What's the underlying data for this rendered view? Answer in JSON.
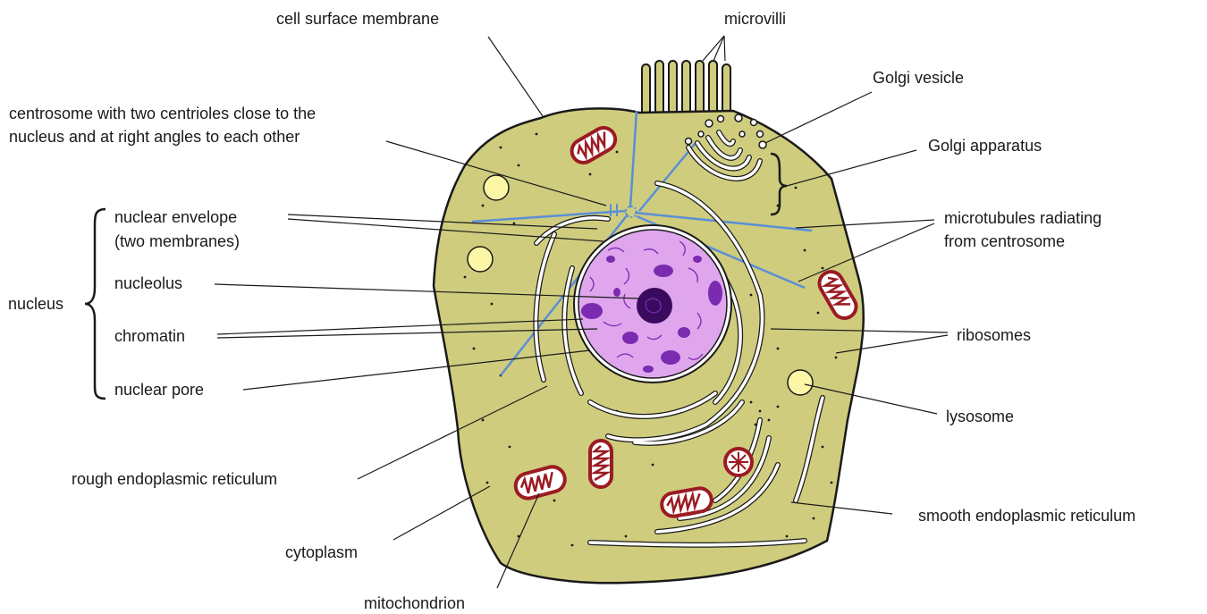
{
  "colors": {
    "cytoplasm": "#cfcc7e",
    "membrane": "#1a1a1a",
    "nucleus": "#dfa6ee",
    "nucleus_dark": "#7a2bb0",
    "nucleolus": "#3a0a5e",
    "mitochondrion": "#9b1b22",
    "microtubule": "#5b8fd6",
    "lysosome": "#fbf7a6",
    "leader": "#1a1a1a"
  },
  "labels": {
    "cell_surface_membrane": "cell surface membrane",
    "microvilli": "microvilli",
    "golgi_vesicle": "Golgi vesicle",
    "golgi_apparatus": "Golgi apparatus",
    "centrosome_line1": "centrosome with two centrioles close to the",
    "centrosome_line2": "nucleus and at right angles to each other",
    "nuclear_envelope_line1": "nuclear envelope",
    "nuclear_envelope_line2": "(two membranes)",
    "nucleolus": "nucleolus",
    "nucleus": "nucleus",
    "chromatin": "chromatin",
    "nuclear_pore": "nuclear pore",
    "microtubules_line1": "microtubules radiating",
    "microtubules_line2": "from centrosome",
    "ribosomes": "ribosomes",
    "lysosome": "lysosome",
    "rough_er": "rough endoplasmic reticulum",
    "smooth_er": "smooth endoplasmic reticulum",
    "cytoplasm": "cytoplasm",
    "mitochondrion": "mitochondrion"
  }
}
